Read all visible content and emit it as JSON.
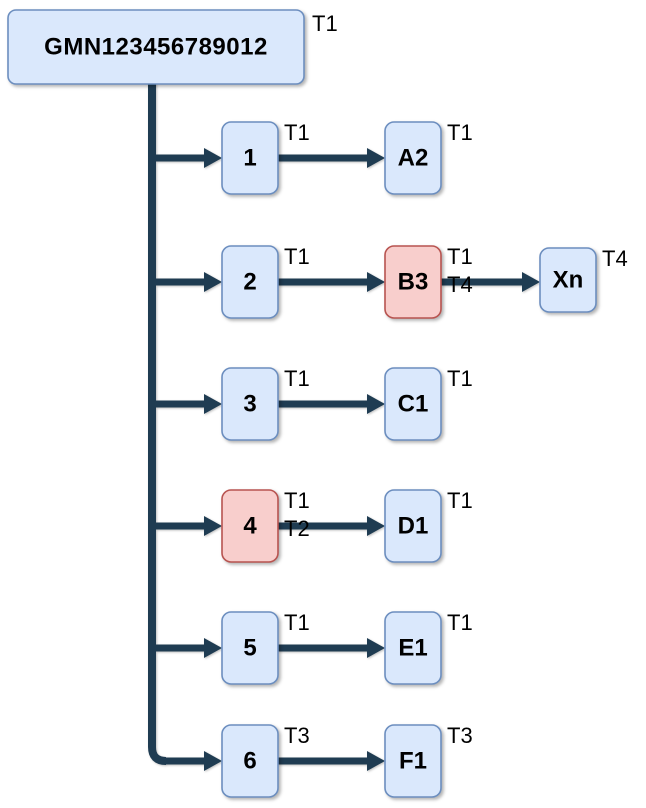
{
  "diagram": {
    "root": {
      "label": "GMN123456789012",
      "color": "blue",
      "tags": [
        "T1"
      ]
    },
    "rows": [
      {
        "source": {
          "label": "1",
          "color": "blue",
          "tags": [
            "T1"
          ]
        },
        "target": {
          "label": "A2",
          "color": "blue",
          "tags": [
            "T1"
          ]
        }
      },
      {
        "source": {
          "label": "2",
          "color": "blue",
          "tags": [
            "T1"
          ]
        },
        "target": {
          "label": "B3",
          "color": "red",
          "tags": [
            "T1",
            "T4"
          ]
        },
        "target2": {
          "label": "Xn",
          "color": "blue",
          "tags": [
            "T4"
          ]
        }
      },
      {
        "source": {
          "label": "3",
          "color": "blue",
          "tags": [
            "T1"
          ]
        },
        "target": {
          "label": "C1",
          "color": "blue",
          "tags": [
            "T1"
          ]
        }
      },
      {
        "source": {
          "label": "4",
          "color": "red",
          "tags": [
            "T1",
            "T2"
          ]
        },
        "target": {
          "label": "D1",
          "color": "blue",
          "tags": [
            "T1"
          ]
        }
      },
      {
        "source": {
          "label": "5",
          "color": "blue",
          "tags": [
            "T1"
          ]
        },
        "target": {
          "label": "E1",
          "color": "blue",
          "tags": [
            "T1"
          ]
        }
      },
      {
        "source": {
          "label": "6",
          "color": "blue",
          "tags": [
            "T3"
          ]
        },
        "target": {
          "label": "F1",
          "color": "blue",
          "tags": [
            "T3"
          ]
        }
      }
    ],
    "colors": {
      "blue_fill": "#dae8fc",
      "blue_border": "#6c8ebf",
      "red_fill": "#f8cecc",
      "red_border": "#b85450",
      "arrow": "#1f3c52",
      "label_text": "#000000",
      "background": "#ffffff"
    }
  }
}
